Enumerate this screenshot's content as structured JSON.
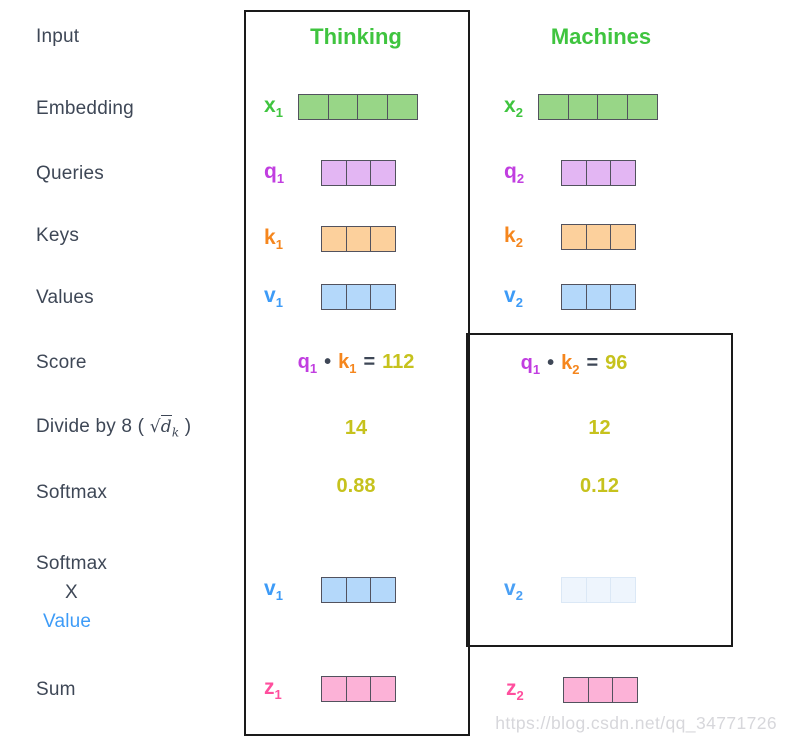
{
  "palette": {
    "text": "#3e4756",
    "olive": "#c6c21d",
    "watermark_color": "#d7d7db",
    "box_border": "#1a1a1a",
    "green": {
      "label": "#3fc43f",
      "fill": "#98d687",
      "border": "#52525e"
    },
    "purple": {
      "label": "#c13ee0",
      "fill": "#e3b6f3",
      "border": "#52525e"
    },
    "orange": {
      "label": "#f5861d",
      "fill": "#fcd09c",
      "border": "#52525e"
    },
    "blue": {
      "label": "#3d9bf7",
      "fill": "#b4d8fa",
      "border": "#52525e"
    },
    "blue_faded": {
      "label": "#4aa0f5",
      "fill": "#eef5fd",
      "border": "#dbe8f6"
    },
    "pink": {
      "label": "#ff4f9e",
      "fill": "#fcb2d7",
      "border": "#52525e"
    }
  },
  "row_labels": {
    "input": "Input",
    "embedding": "Embedding",
    "queries": "Queries",
    "keys": "Keys",
    "values": "Values",
    "score": "Score",
    "divide_prefix": "Divide by 8 ( ",
    "divide_sqrt": "√",
    "divide_var": "d",
    "divide_sub": "k",
    "divide_suffix": " )",
    "softmax": "Softmax",
    "sxv_line1": "Softmax",
    "sxv_line2": "X",
    "sxv_line3": "Value",
    "sum": "Sum"
  },
  "headers": {
    "left": "Thinking",
    "right": "Machines"
  },
  "vectors": {
    "x1": {
      "base": "x",
      "sub": "1",
      "cells": 4,
      "palette": "green"
    },
    "x2": {
      "base": "x",
      "sub": "2",
      "cells": 4,
      "palette": "green"
    },
    "q1": {
      "base": "q",
      "sub": "1",
      "cells": 3,
      "palette": "purple"
    },
    "q2": {
      "base": "q",
      "sub": "2",
      "cells": 3,
      "palette": "purple"
    },
    "k1": {
      "base": "k",
      "sub": "1",
      "cells": 3,
      "palette": "orange"
    },
    "k2": {
      "base": "k",
      "sub": "2",
      "cells": 3,
      "palette": "orange"
    },
    "v1": {
      "base": "v",
      "sub": "1",
      "cells": 3,
      "palette": "blue"
    },
    "v2": {
      "base": "v",
      "sub": "2",
      "cells": 3,
      "palette": "blue"
    },
    "v1_weighted": {
      "base": "v",
      "sub": "1",
      "cells": 3,
      "palette": "blue"
    },
    "v2_weighted": {
      "base": "v",
      "sub": "2",
      "cells": 3,
      "palette": "blue_faded"
    },
    "z1": {
      "base": "z",
      "sub": "1",
      "cells": 3,
      "palette": "pink"
    },
    "z2": {
      "base": "z",
      "sub": "2",
      "cells": 3,
      "palette": "pink"
    }
  },
  "score": {
    "left": {
      "q_base": "q",
      "q_sub": "1",
      "dot": "•",
      "k_base": "k",
      "k_sub": "1",
      "eq": "=",
      "value": "112"
    },
    "right": {
      "q_base": "q",
      "q_sub": "1",
      "dot": "•",
      "k_base": "k",
      "k_sub": "2",
      "eq": "=",
      "value": "96"
    }
  },
  "divide_values": {
    "left": "14",
    "right": "12"
  },
  "softmax_values": {
    "left": "0.88",
    "right": "0.12"
  },
  "watermark": "https://blog.csdn.net/qq_34771726"
}
